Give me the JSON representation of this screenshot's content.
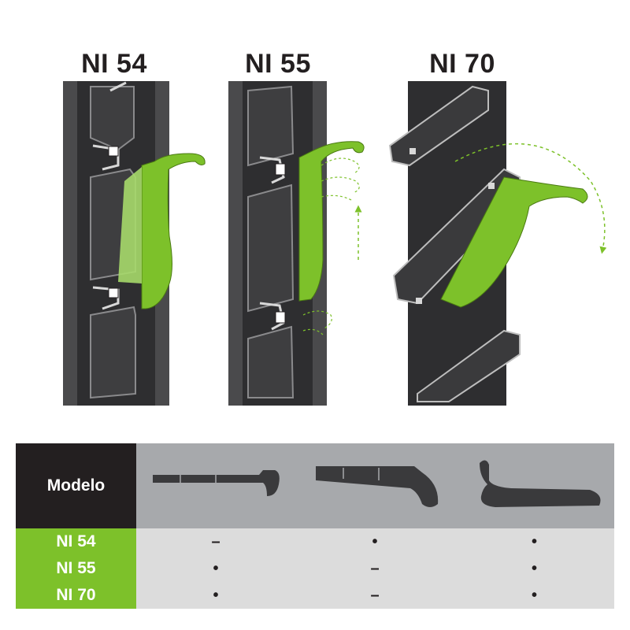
{
  "titles": [
    "NI 54",
    "NI 55",
    "NI 70"
  ],
  "colors": {
    "accent": "#7dc12a",
    "dark": "#231f20",
    "panel": "#3a3a3c",
    "header_bg": "#a7a9ac",
    "cell_bg": "#dcdcdc"
  },
  "table": {
    "header_label": "Modelo",
    "profiles": [
      "flat-hanger-profile",
      "angled-hanger-profile",
      "hook-hanger-profile"
    ],
    "rows": [
      {
        "label": "NI 54",
        "cells": [
          "–",
          "•",
          "•"
        ]
      },
      {
        "label": "NI 55",
        "cells": [
          "•",
          "–",
          "•"
        ]
      },
      {
        "label": "NI 70",
        "cells": [
          "•",
          "–",
          "•"
        ]
      }
    ]
  }
}
